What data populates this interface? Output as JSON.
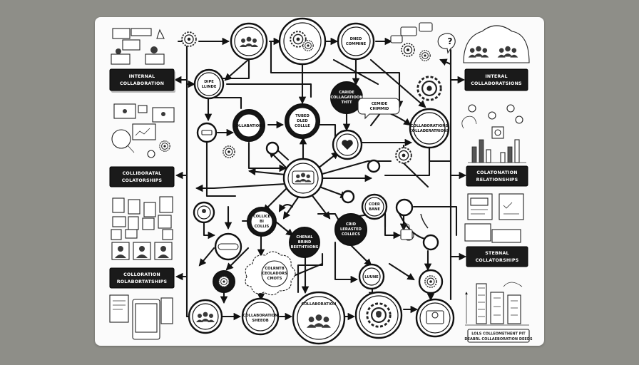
{
  "side_labels": [
    {
      "id": "internal-collaboration",
      "text": "INTERNAL\nCOLLABORATION"
    },
    {
      "id": "collaboratal-collatorships",
      "text": "COLLIBORATAL\nCOLATORSHIPS"
    },
    {
      "id": "colloration-rolabortatships",
      "text": "COLLORATION\nROLABORTATSHIPS"
    },
    {
      "id": "internal-collaboratsions",
      "text": "INTERAL\nCOLLABORATSIONS"
    },
    {
      "id": "colatonation-relationships",
      "text": "COLATONATION\nRELATIONSHIPS"
    },
    {
      "id": "stebnal-collatorships",
      "text": "STEBNAL\nCOLLATORSHIPS"
    }
  ],
  "node_labels": {
    "top_right_node": "DNED\nCOMMINE",
    "upper_left_node": "DIPE\nLLINDE",
    "dark_top_node": "CARIDE\nCOLLAGATIOON\nTHTT",
    "speech_bubble": "CEMIDE\nCHIMMID",
    "mid_left_node": "COLLABATIONS",
    "turned_node": "TUBED\nDLED\nCOLLLE",
    "right_upper_node": "COLLABORATIONS\nCOLLADERATRIONS",
    "center_mid_node": "COLLICE\nBI\nCOLLIS",
    "small_top_node": "COER\nBANE",
    "dark_mid_node": "CHENAL\nBRIND\nBEETHTIIONS",
    "dark_mid_right_node": "CRID\nLERASTED\nCOLLECS",
    "cloud_node": "COLRNTB\nCEOLADORS\nCMOTS",
    "bottom_center_node": "COLLABORATION",
    "bottom_left_node": "COLLABORATION\nSHEEOB",
    "small_bottom_node": "LUUNE",
    "bottom_right_caption": "LOLS COLLEOMETHENT PIT\nDEABRL COLLAEBORATION DEEDS"
  },
  "colors": {
    "background": "#8e8e88",
    "card": "#fbfbfb",
    "ink": "#151515",
    "label_fill": "#1a1a1a",
    "label_text": "#ffffff"
  },
  "icons": [
    "gear-icon",
    "people-icon",
    "monitor-icon",
    "document-icon",
    "building-chart-icon",
    "question-bubble-icon",
    "cloud-icon",
    "chat-bubble-icon",
    "tablet-icon",
    "bar-chart-icon"
  ]
}
